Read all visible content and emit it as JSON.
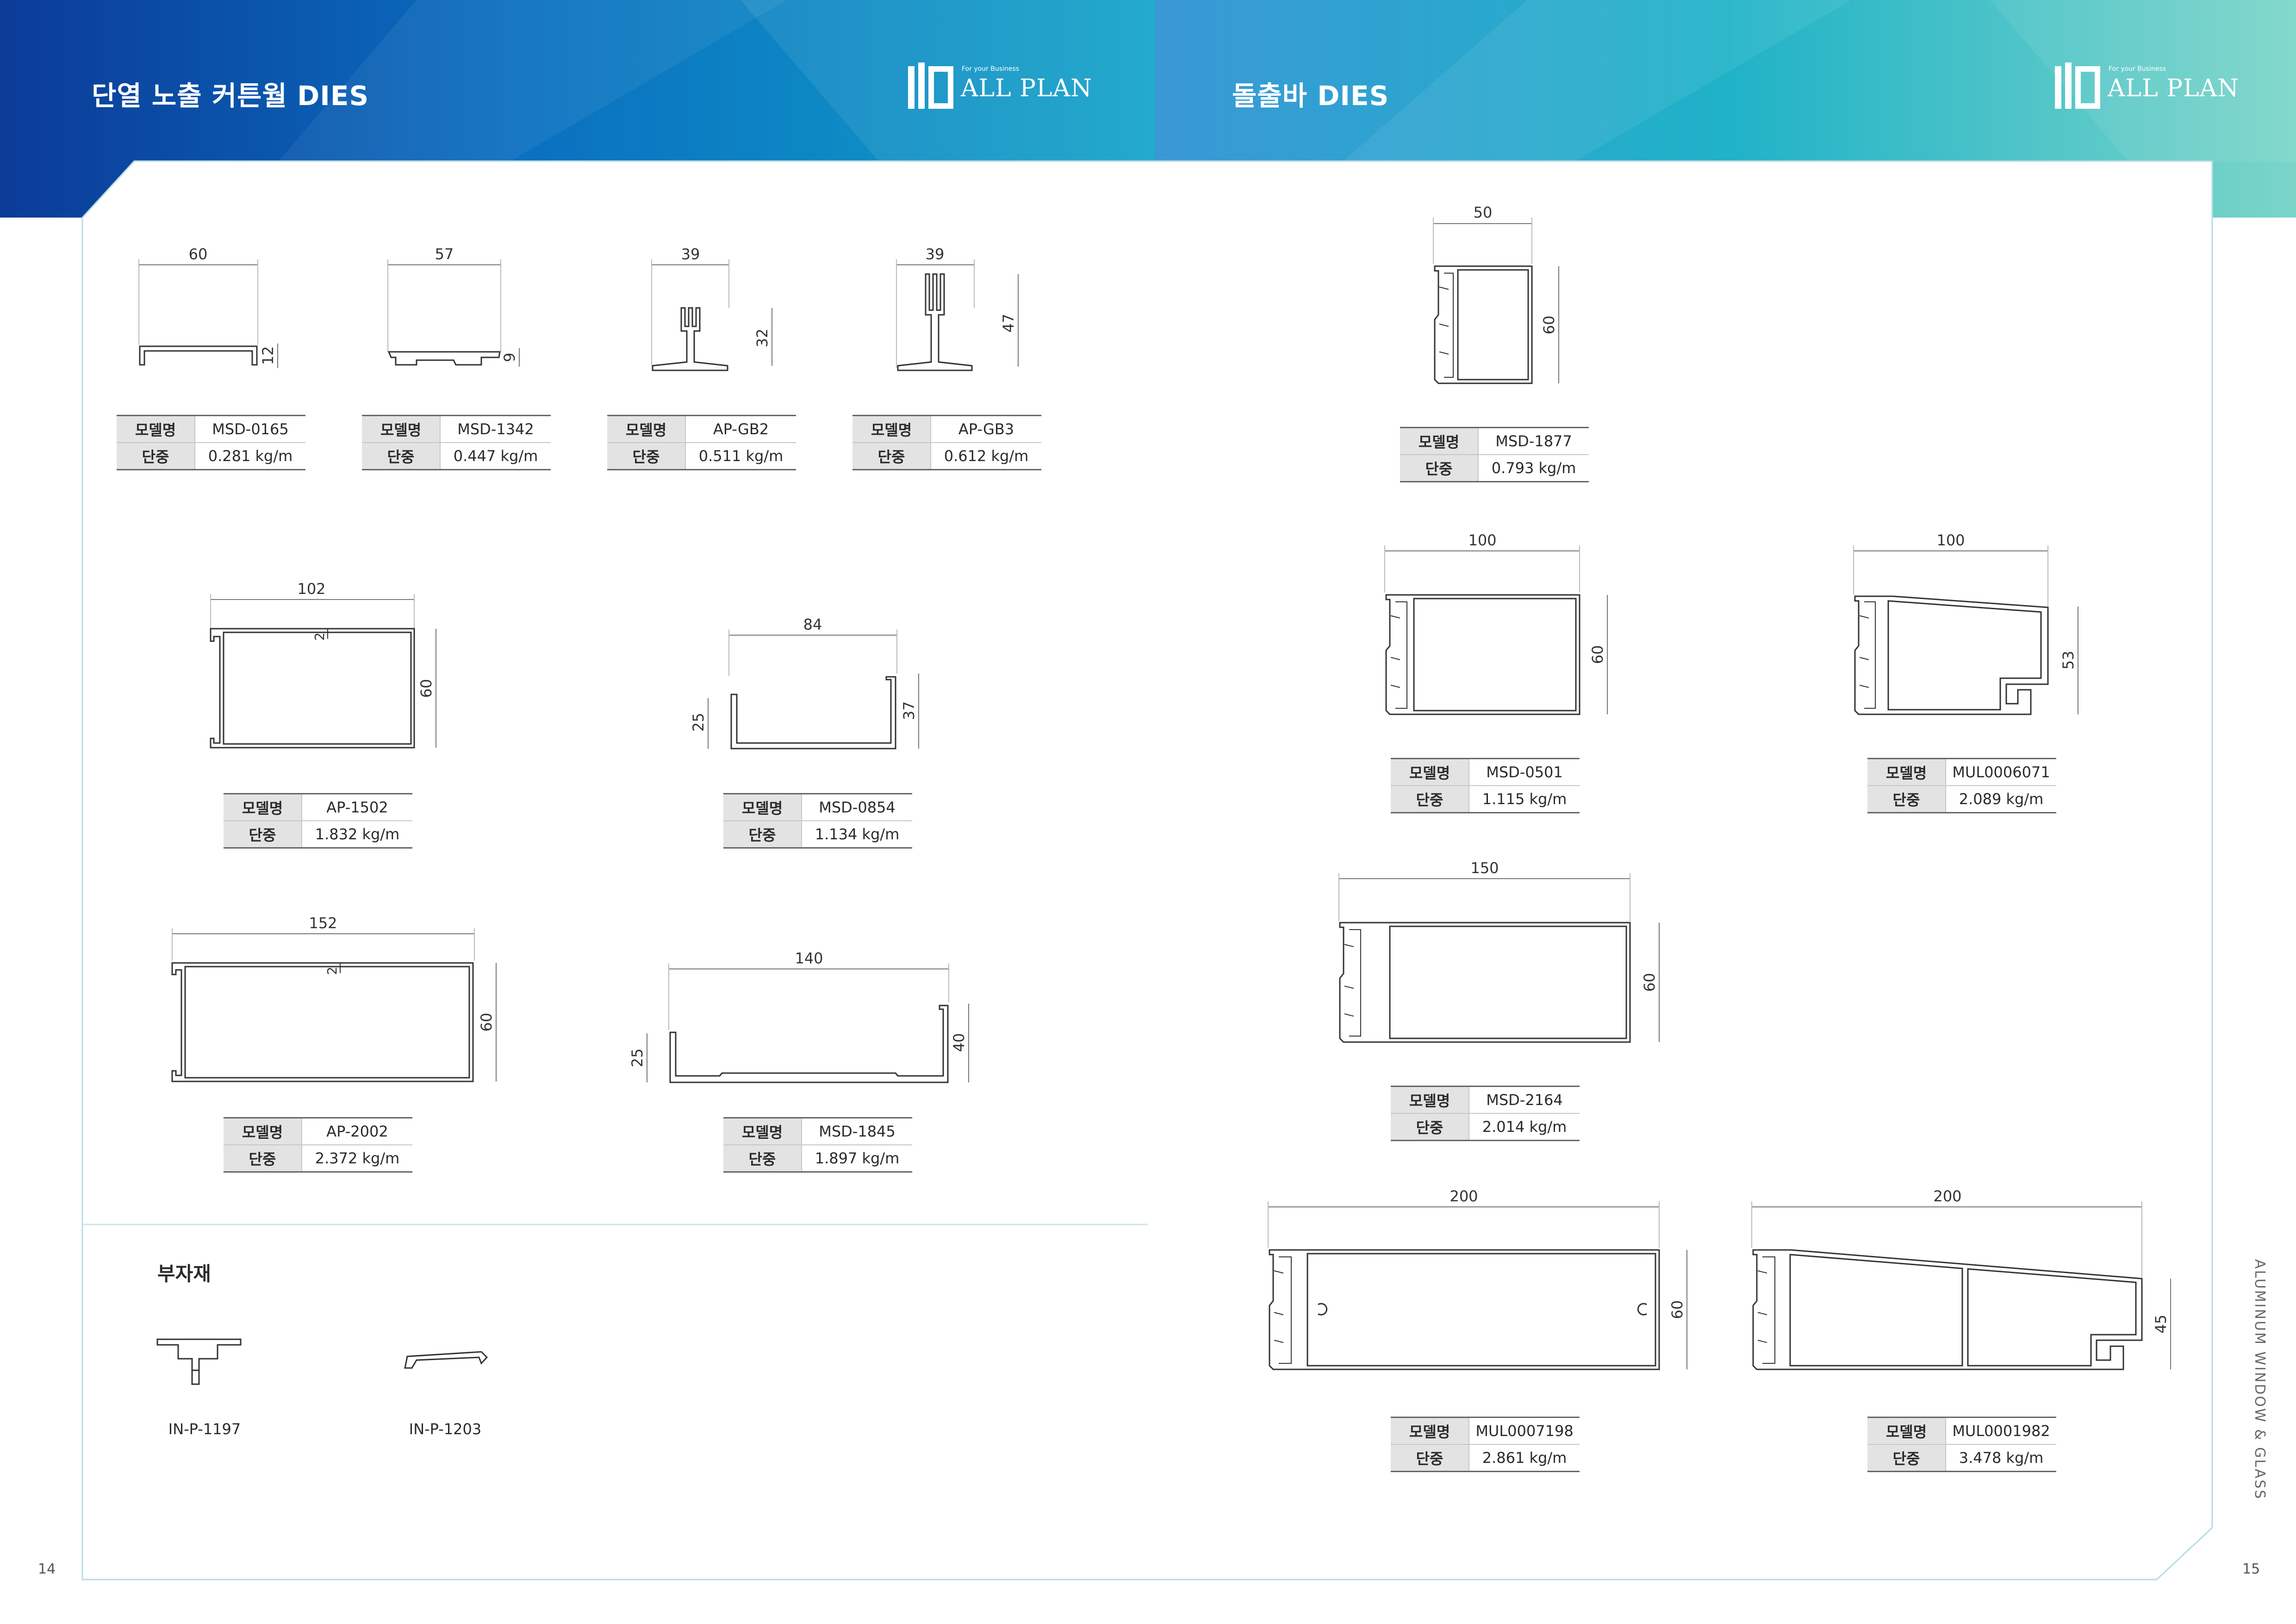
{
  "left_page": {
    "title": "단열 노출 커튼월 DIES",
    "page_number": "14",
    "logo": {
      "tagline": "For your Business",
      "brand": "ALL PLAN"
    },
    "row_label_model": "모델명",
    "row_label_weight": "단중",
    "products": [
      {
        "dims": [
          "60",
          "12"
        ],
        "model": "MSD-0165",
        "weight": "0.281 kg/m"
      },
      {
        "dims": [
          "57",
          "9"
        ],
        "model": "MSD-1342",
        "weight": "0.447 kg/m"
      },
      {
        "dims": [
          "39",
          "32"
        ],
        "model": "AP-GB2",
        "weight": "0.511 kg/m"
      },
      {
        "dims": [
          "39",
          "47"
        ],
        "model": "AP-GB3",
        "weight": "0.612 kg/m"
      },
      {
        "dims": [
          "102",
          "60",
          "2"
        ],
        "model": "AP-1502",
        "weight": "1.832 kg/m"
      },
      {
        "dims": [
          "84",
          "25",
          "37"
        ],
        "model": "MSD-0854",
        "weight": "1.134 kg/m"
      },
      {
        "dims": [
          "152",
          "60",
          "2"
        ],
        "model": "AP-2002",
        "weight": "2.372 kg/m"
      },
      {
        "dims": [
          "140",
          "25",
          "40"
        ],
        "model": "MSD-1845",
        "weight": "1.897 kg/m"
      }
    ],
    "accessories": {
      "title": "부자재",
      "items": [
        "IN-P-1197",
        "IN-P-1203"
      ]
    }
  },
  "right_page": {
    "title": "돌출바 DIES",
    "page_number": "15",
    "logo": {
      "tagline": "For your Business",
      "brand": "ALL PLAN"
    },
    "side_text": "ALUMINUM WINDOW  &  GLASS",
    "products": [
      {
        "dims": [
          "50",
          "60"
        ],
        "model": "MSD-1877",
        "weight": "0.793 kg/m"
      },
      {
        "dims": [
          "100",
          "60"
        ],
        "model": "MSD-0501",
        "weight": "1.115 kg/m"
      },
      {
        "dims": [
          "100",
          "53"
        ],
        "model": "MUL0006071",
        "weight": "2.089 kg/m"
      },
      {
        "dims": [
          "150",
          "60"
        ],
        "model": "MSD-2164",
        "weight": "2.014 kg/m"
      },
      {
        "dims": [
          "200",
          "60"
        ],
        "model": "MUL0007198",
        "weight": "2.861 kg/m"
      },
      {
        "dims": [
          "200",
          "45"
        ],
        "model": "MUL0001982",
        "weight": "3.478 kg/m"
      }
    ]
  },
  "colors": {
    "header_dark": "#0b3f9c",
    "header_mid": "#0a8cc9",
    "header_teal": "#3fc0c0",
    "line": "#333333",
    "dim": "#444444"
  }
}
